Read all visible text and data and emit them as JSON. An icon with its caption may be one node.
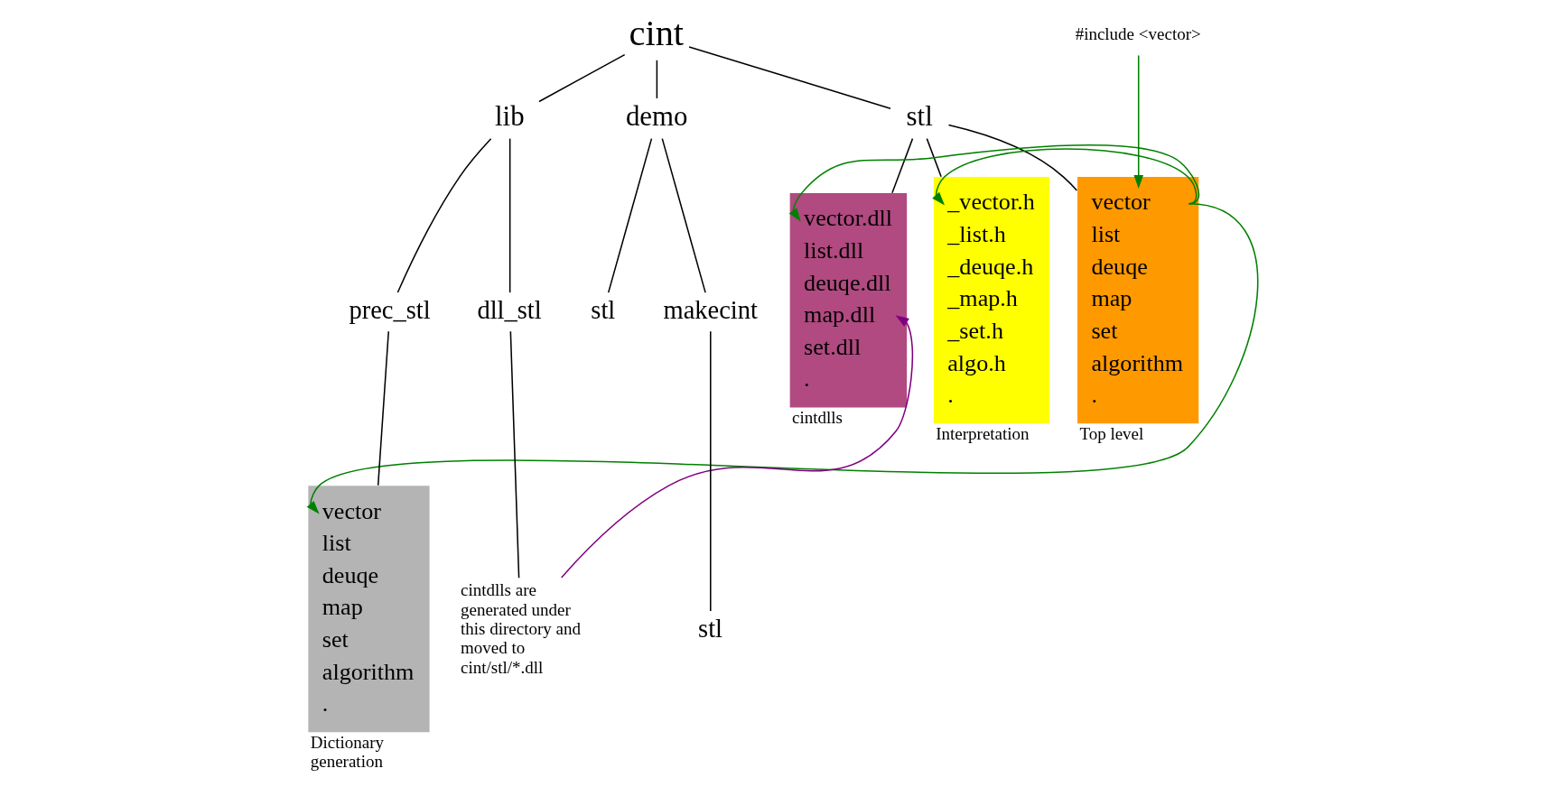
{
  "diagram": {
    "nodes": [
      {
        "text": [
          "#include <vector>"
        ]
      },
      {
        "text": [
          "cint"
        ]
      },
      {
        "text": [
          "stl"
        ]
      },
      {
        "text": [
          "lib"
        ]
      },
      {
        "text": [
          "demo"
        ]
      },
      {
        "text": [
          "vector",
          "list",
          "deuqe",
          "map",
          "set",
          "algorithm",
          "."
        ],
        "beside": [
          "Top level"
        ]
      },
      {
        "text": [
          "_vector.h",
          "_list.h",
          "_deuqe.h",
          "_map.h",
          "_set.h",
          "algo.h",
          "."
        ],
        "beside": [
          "Interpretation"
        ]
      },
      {
        "text": [
          "vector.dll",
          "list.dll",
          "deuqe.dll",
          "map.dll",
          "set.dll",
          "."
        ],
        "beside": [
          "cintdlls"
        ]
      },
      {
        "text": [
          "prec_stl"
        ]
      },
      {
        "text": [
          "dll_stl"
        ]
      },
      {
        "text": [
          "vector",
          "list",
          "deuqe",
          "map",
          "set",
          "algorithm",
          "."
        ],
        "beside": [
          "Dictionary generation"
        ]
      },
      {
        "text": [
          "cintdlls are generated under this directory and moved to cint/stl/*.dll"
        ]
      },
      {
        "text": [
          "makecint"
        ]
      },
      {
        "text": [
          "stl"
        ]
      },
      {
        "text": [
          "stl"
        ]
      }
    ],
    "edges": [
      {
        "from": 0,
        "to": 5,
        "arrow": "to",
        "color": "#008000"
      },
      {
        "from": 1,
        "to": 2,
        "arrow": "none"
      },
      {
        "from": 1,
        "to": 3,
        "arrow": "none"
      },
      {
        "from": 1,
        "to": 4,
        "arrow": "none"
      },
      {
        "from": 2,
        "to": 5,
        "arrow": "none"
      },
      {
        "from": 2,
        "to": 6,
        "arrow": "none"
      },
      {
        "from": 2,
        "to": 7,
        "arrow": "none"
      },
      {
        "from": 3,
        "to": 8,
        "arrow": "none"
      },
      {
        "from": 3,
        "to": 9,
        "arrow": "none"
      },
      {
        "from": 4,
        "to": 12,
        "arrow": "none"
      },
      {
        "from": 4,
        "to": 13,
        "arrow": "none"
      },
      {
        "from": 5,
        "to": 6,
        "arrow": "to",
        "color": "#008000"
      },
      {
        "from": 5,
        "to": 7,
        "arrow": "to",
        "color": "#008000"
      },
      {
        "from": 5,
        "to": 10,
        "arrow": "to",
        "color": "#008000"
      },
      {
        "from": 8,
        "to": 10,
        "arrow": "none"
      },
      {
        "from": 9,
        "to": 11,
        "arrow": "none"
      },
      {
        "from": 12,
        "to": 14,
        "arrow": "none"
      },
      {
        "from": 11,
        "to": 7,
        "arrow": "to",
        "color": "#800080"
      }
    ]
  }
}
